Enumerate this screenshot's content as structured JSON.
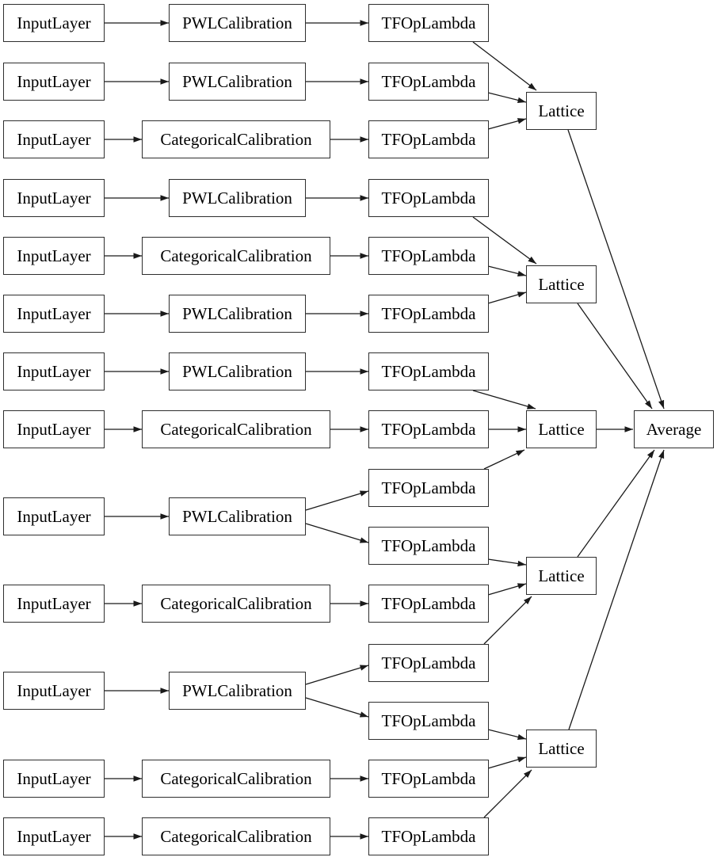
{
  "diagram": {
    "kind": "model-architecture-graph",
    "background": "#ffffff",
    "node_fill": "#ffffff",
    "node_border_color": "#2e2e2e",
    "edge_color": "#1a1a1a",
    "text_color": "#000000",
    "node_type_labels": {
      "input": "InputLayer",
      "pwl": "PWLCalibration",
      "categorical": "CategoricalCalibration",
      "lambda": "TFOpLambda",
      "lattice": "Lattice",
      "average": "Average"
    },
    "nodes": [
      {
        "id": "in1",
        "label": "InputLayer"
      },
      {
        "id": "in2",
        "label": "InputLayer"
      },
      {
        "id": "in3",
        "label": "InputLayer"
      },
      {
        "id": "in4",
        "label": "InputLayer"
      },
      {
        "id": "in5",
        "label": "InputLayer"
      },
      {
        "id": "in6",
        "label": "InputLayer"
      },
      {
        "id": "in7",
        "label": "InputLayer"
      },
      {
        "id": "in8",
        "label": "InputLayer"
      },
      {
        "id": "in9",
        "label": "InputLayer"
      },
      {
        "id": "in10",
        "label": "InputLayer"
      },
      {
        "id": "in11",
        "label": "InputLayer"
      },
      {
        "id": "in12",
        "label": "InputLayer"
      },
      {
        "id": "in13",
        "label": "InputLayer"
      },
      {
        "id": "cal1",
        "label": "PWLCalibration"
      },
      {
        "id": "cal2",
        "label": "PWLCalibration"
      },
      {
        "id": "cal3",
        "label": "CategoricalCalibration"
      },
      {
        "id": "cal4",
        "label": "PWLCalibration"
      },
      {
        "id": "cal5",
        "label": "CategoricalCalibration"
      },
      {
        "id": "cal6",
        "label": "PWLCalibration"
      },
      {
        "id": "cal7",
        "label": "PWLCalibration"
      },
      {
        "id": "cal8",
        "label": "CategoricalCalibration"
      },
      {
        "id": "cal9",
        "label": "PWLCalibration"
      },
      {
        "id": "cal10",
        "label": "CategoricalCalibration"
      },
      {
        "id": "cal11",
        "label": "PWLCalibration"
      },
      {
        "id": "cal12",
        "label": "CategoricalCalibration"
      },
      {
        "id": "cal13",
        "label": "CategoricalCalibration"
      },
      {
        "id": "op1",
        "label": "TFOpLambda"
      },
      {
        "id": "op2",
        "label": "TFOpLambda"
      },
      {
        "id": "op3",
        "label": "TFOpLambda"
      },
      {
        "id": "op4",
        "label": "TFOpLambda"
      },
      {
        "id": "op5",
        "label": "TFOpLambda"
      },
      {
        "id": "op6",
        "label": "TFOpLambda"
      },
      {
        "id": "op7",
        "label": "TFOpLambda"
      },
      {
        "id": "op8",
        "label": "TFOpLambda"
      },
      {
        "id": "op9",
        "label": "TFOpLambda"
      },
      {
        "id": "op10",
        "label": "TFOpLambda"
      },
      {
        "id": "op11",
        "label": "TFOpLambda"
      },
      {
        "id": "op12",
        "label": "TFOpLambda"
      },
      {
        "id": "op13",
        "label": "TFOpLambda"
      },
      {
        "id": "op14",
        "label": "TFOpLambda"
      },
      {
        "id": "op15",
        "label": "TFOpLambda"
      },
      {
        "id": "lat1",
        "label": "Lattice"
      },
      {
        "id": "lat2",
        "label": "Lattice"
      },
      {
        "id": "lat3",
        "label": "Lattice"
      },
      {
        "id": "lat4",
        "label": "Lattice"
      },
      {
        "id": "lat5",
        "label": "Lattice"
      },
      {
        "id": "avg",
        "label": "Average"
      }
    ],
    "edges": [
      {
        "from": "in1",
        "to": "cal1"
      },
      {
        "from": "in2",
        "to": "cal2"
      },
      {
        "from": "in3",
        "to": "cal3"
      },
      {
        "from": "in4",
        "to": "cal4"
      },
      {
        "from": "in5",
        "to": "cal5"
      },
      {
        "from": "in6",
        "to": "cal6"
      },
      {
        "from": "in7",
        "to": "cal7"
      },
      {
        "from": "in8",
        "to": "cal8"
      },
      {
        "from": "in9",
        "to": "cal9"
      },
      {
        "from": "in10",
        "to": "cal10"
      },
      {
        "from": "in11",
        "to": "cal11"
      },
      {
        "from": "in12",
        "to": "cal12"
      },
      {
        "from": "in13",
        "to": "cal13"
      },
      {
        "from": "cal1",
        "to": "op1"
      },
      {
        "from": "cal2",
        "to": "op2"
      },
      {
        "from": "cal3",
        "to": "op3"
      },
      {
        "from": "cal4",
        "to": "op4"
      },
      {
        "from": "cal5",
        "to": "op5"
      },
      {
        "from": "cal6",
        "to": "op6"
      },
      {
        "from": "cal7",
        "to": "op7"
      },
      {
        "from": "cal8",
        "to": "op8"
      },
      {
        "from": "cal9",
        "to": "op9"
      },
      {
        "from": "cal9",
        "to": "op10"
      },
      {
        "from": "cal10",
        "to": "op11"
      },
      {
        "from": "cal11",
        "to": "op12"
      },
      {
        "from": "cal11",
        "to": "op13"
      },
      {
        "from": "cal12",
        "to": "op14"
      },
      {
        "from": "cal13",
        "to": "op15"
      },
      {
        "from": "op1",
        "to": "lat1"
      },
      {
        "from": "op2",
        "to": "lat1"
      },
      {
        "from": "op3",
        "to": "lat1"
      },
      {
        "from": "op4",
        "to": "lat2"
      },
      {
        "from": "op5",
        "to": "lat2"
      },
      {
        "from": "op6",
        "to": "lat2"
      },
      {
        "from": "op7",
        "to": "lat3"
      },
      {
        "from": "op8",
        "to": "lat3"
      },
      {
        "from": "op9",
        "to": "lat3"
      },
      {
        "from": "op10",
        "to": "lat4"
      },
      {
        "from": "op11",
        "to": "lat4"
      },
      {
        "from": "op12",
        "to": "lat4"
      },
      {
        "from": "op13",
        "to": "lat5"
      },
      {
        "from": "op14",
        "to": "lat5"
      },
      {
        "from": "op15",
        "to": "lat5"
      },
      {
        "from": "lat1",
        "to": "avg"
      },
      {
        "from": "lat2",
        "to": "avg"
      },
      {
        "from": "lat3",
        "to": "avg"
      },
      {
        "from": "lat4",
        "to": "avg"
      },
      {
        "from": "lat5",
        "to": "avg"
      }
    ]
  }
}
